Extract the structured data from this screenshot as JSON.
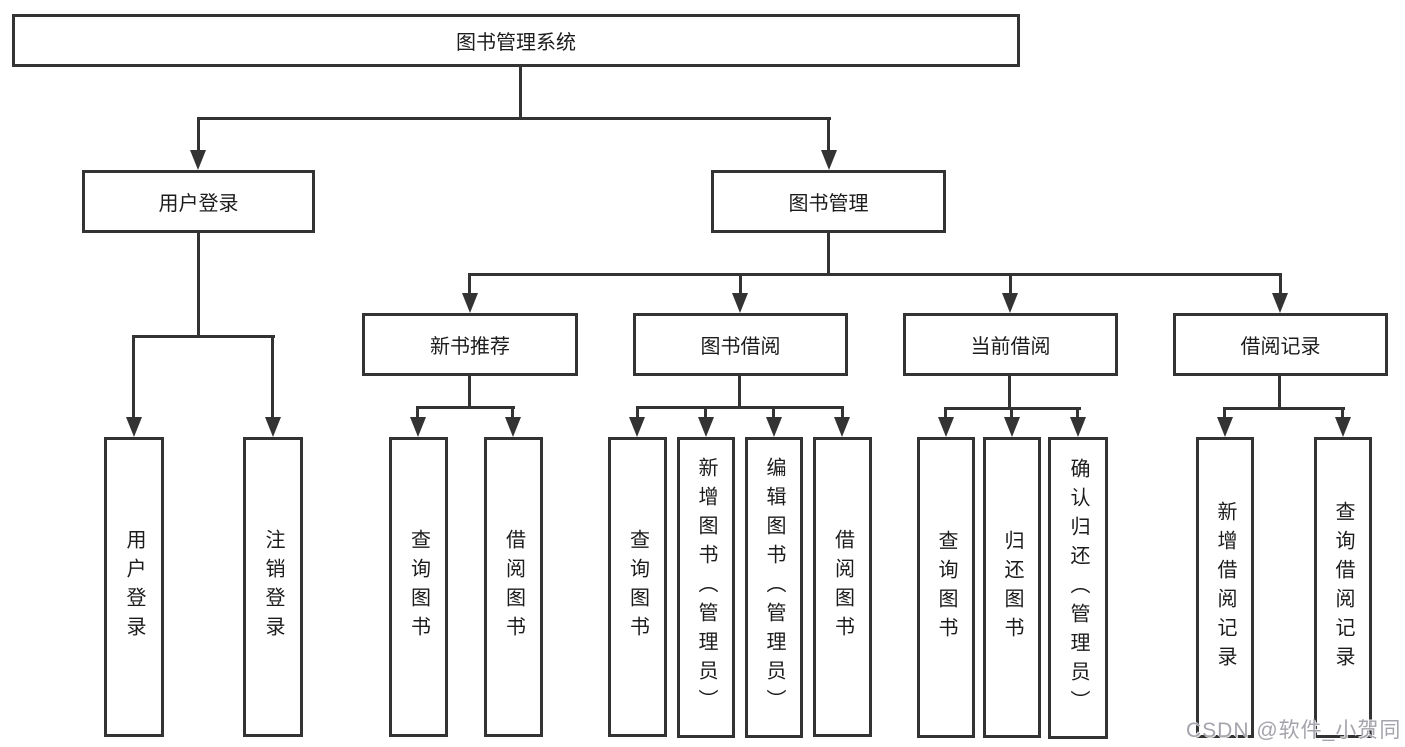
{
  "colors": {
    "line": "#333333",
    "text": "#1c1c1c",
    "watermark_gray": "#a4a4ac",
    "background": "#ffffff"
  },
  "tree": {
    "root": {
      "label": "图书管理系统"
    },
    "user_login": {
      "label": "用户登录",
      "children": {
        "login": {
          "label": "用户登录"
        },
        "logout": {
          "label": "注销登录"
        }
      }
    },
    "book_mgmt": {
      "label": "图书管理",
      "children": {
        "new_book_rec": {
          "label": "新书推荐",
          "children": {
            "query_books": {
              "label": "查询图书"
            },
            "borrow_books": {
              "label": "借阅图书"
            }
          }
        },
        "book_borrow": {
          "label": "图书借阅",
          "children": {
            "query_books": {
              "label": "查询图书"
            },
            "add_books": {
              "label": "新增图书（管理员）"
            },
            "edit_books": {
              "label": "编辑图书（管理员）"
            },
            "borrow_books": {
              "label": "借阅图书"
            }
          }
        },
        "current_borrow": {
          "label": "当前借阅",
          "children": {
            "query_books": {
              "label": "查询图书"
            },
            "return_books": {
              "label": "归还图书"
            },
            "confirm_return": {
              "label": "确认归还（管理员）"
            }
          }
        },
        "borrow_records": {
          "label": "借阅记录",
          "children": {
            "add_record": {
              "label": "新增借阅记录"
            },
            "query_record": {
              "label": "查询借阅记录"
            }
          }
        }
      }
    }
  },
  "watermark": "CSDN @软件_小贺同学"
}
